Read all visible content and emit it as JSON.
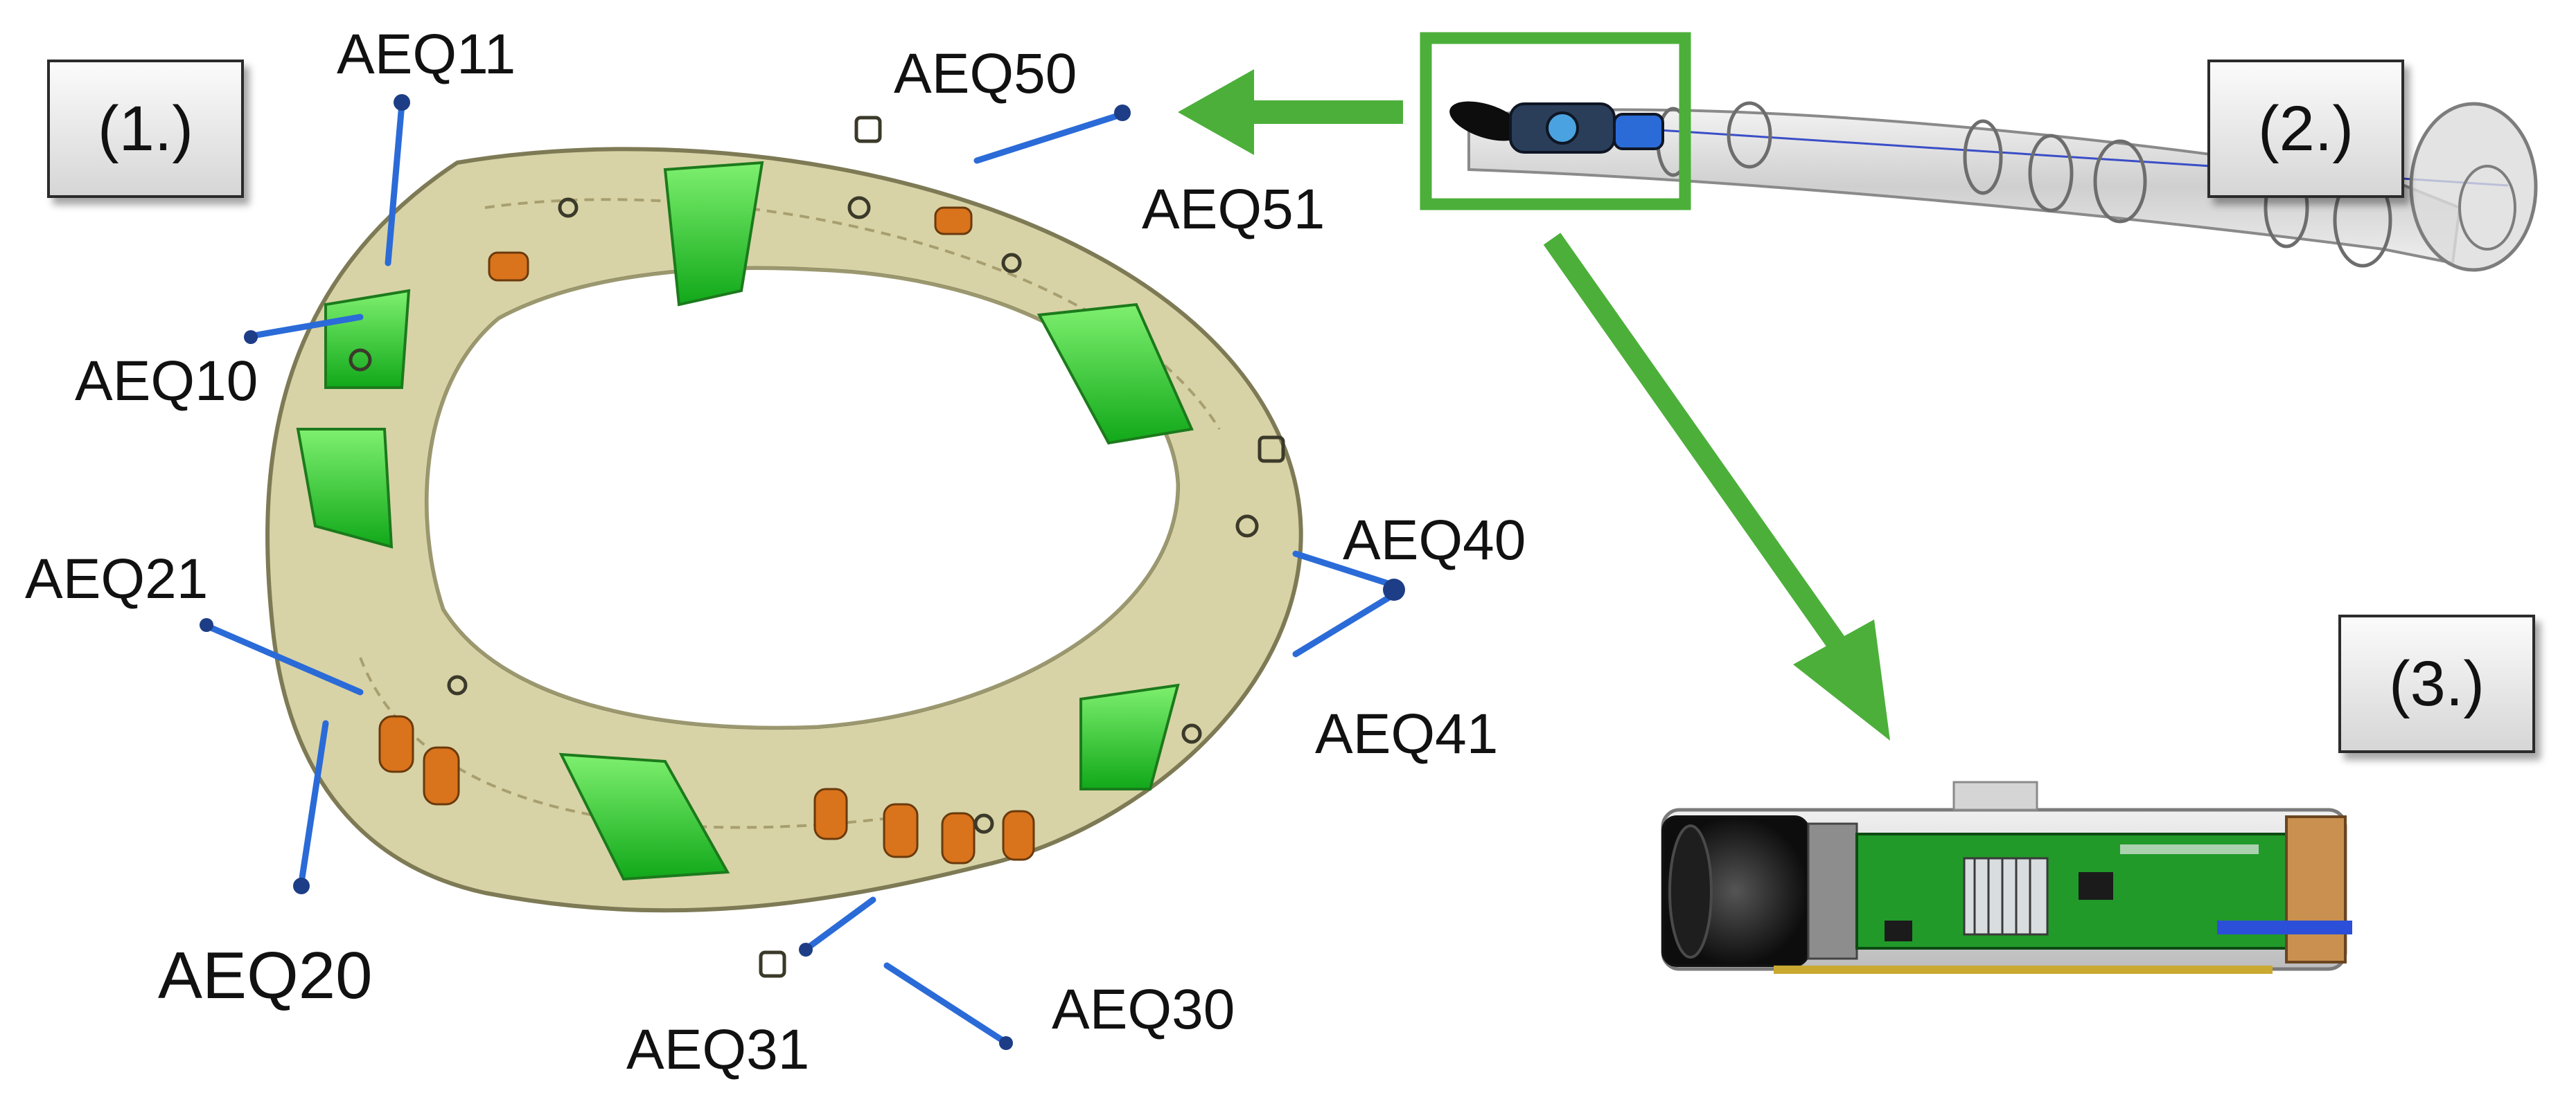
{
  "panels": [
    {
      "label": "(1.)"
    },
    {
      "label": "(2.)"
    },
    {
      "label": "(3.)"
    }
  ],
  "ports": [
    "AEQ11",
    "AEQ50",
    "AEQ51",
    "AEQ10",
    "AEQ21",
    "AEQ40",
    "AEQ41",
    "AEQ20",
    "AEQ31",
    "AEQ30"
  ],
  "colors": {
    "accent_green": "#4caf3a",
    "torus_beige": "#d8d3a6",
    "module_green": "#2fd12a",
    "port_blue": "#2b6bd8",
    "window_orange": "#d9731c"
  }
}
